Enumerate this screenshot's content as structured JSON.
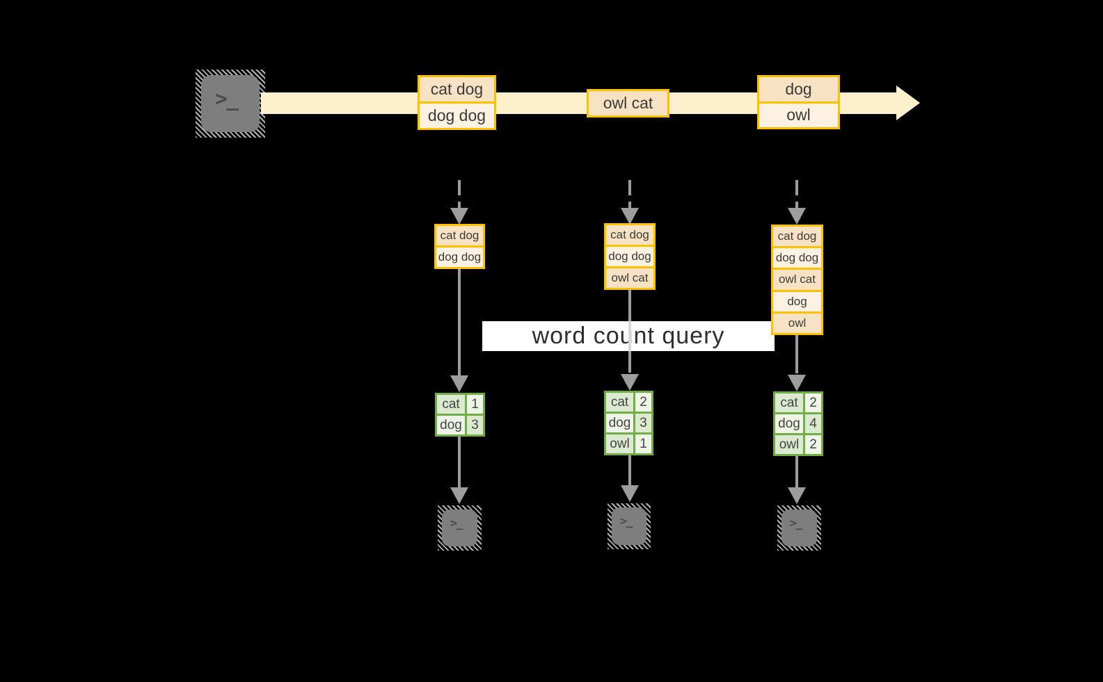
{
  "colors": {
    "gold": "#ffc000",
    "peach_dark": "#f8e2c4",
    "peach_light": "#fdf2e2",
    "band": "#fdf0cd",
    "green": "#70ad47",
    "green_dark": "#dcead0",
    "green_light": "#eef4e6",
    "arrow": "#9d9d9d",
    "terminal_gray": "#7e7e7e",
    "query_bg": "#ffffff"
  },
  "stream": {
    "messages": [
      {
        "rows": [
          "cat dog",
          "dog dog"
        ]
      },
      {
        "rows": [
          "owl cat"
        ]
      },
      {
        "rows": [
          "dog",
          "owl"
        ]
      }
    ]
  },
  "query": {
    "label": "word count query"
  },
  "columns": [
    {
      "buffer": [
        "cat dog",
        "dog dog"
      ],
      "counts": [
        {
          "word": "cat",
          "count": "1"
        },
        {
          "word": "dog",
          "count": "3"
        }
      ]
    },
    {
      "buffer": [
        "cat dog",
        "dog dog",
        "owl cat"
      ],
      "counts": [
        {
          "word": "cat",
          "count": "2"
        },
        {
          "word": "dog",
          "count": "3"
        },
        {
          "word": "owl",
          "count": "1"
        }
      ]
    },
    {
      "buffer": [
        "cat dog",
        "dog dog",
        "owl cat",
        "dog",
        "owl"
      ],
      "counts": [
        {
          "word": "cat",
          "count": "2"
        },
        {
          "word": "dog",
          "count": "4"
        },
        {
          "word": "owl",
          "count": "2"
        }
      ]
    }
  ],
  "icons": {
    "terminal_glyph": ">_"
  }
}
